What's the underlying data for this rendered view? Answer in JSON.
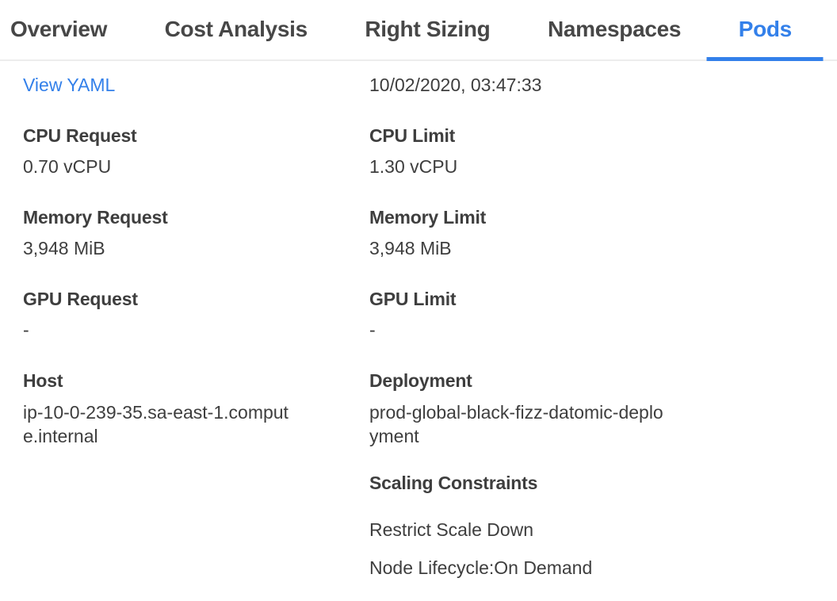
{
  "colors": {
    "accent": "#3380ea",
    "text": "#3e3e3e",
    "divider": "#ededed"
  },
  "tabs": [
    {
      "label": "Overview",
      "active": false
    },
    {
      "label": "Cost Analysis",
      "active": false
    },
    {
      "label": "Right Sizing",
      "active": false
    },
    {
      "label": "Namespaces",
      "active": false
    },
    {
      "label": "Pods",
      "active": true
    }
  ],
  "pod_details": {
    "view_yaml_link": "View YAML",
    "timestamp": "10/02/2020, 03:47:33",
    "left_fields": [
      {
        "label": "CPU Request",
        "value": "0.70 vCPU",
        "link": false
      },
      {
        "label": "Memory Request",
        "value": "3,948 MiB",
        "link": false
      },
      {
        "label": "GPU Request",
        "value": "-",
        "link": false
      },
      {
        "label": "Host",
        "value": "ip-10-0-239-35.sa-east-1.compute.internal",
        "link": true
      }
    ],
    "right_fields": [
      {
        "label": "CPU Limit",
        "value": "1.30 vCPU",
        "link": false
      },
      {
        "label": "Memory Limit",
        "value": "3,948 MiB",
        "link": false
      },
      {
        "label": "GPU Limit",
        "value": "-",
        "link": false
      },
      {
        "label": "Deployment",
        "value": "prod-global-black-fizz-datomic-deployment",
        "link": true
      }
    ],
    "scaling_constraints": {
      "title": "Scaling Constraints",
      "items": [
        "Restrict Scale Down",
        "Node Lifecycle:On Demand"
      ]
    }
  }
}
